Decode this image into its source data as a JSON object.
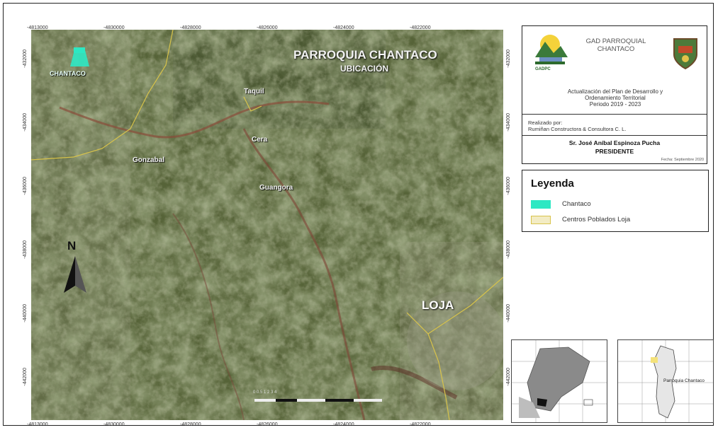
{
  "map": {
    "title": "PARROQUIA CHANTACO",
    "subtitle": "UBICACIÓN",
    "top_ticks": [
      "-4813000",
      "-4830000",
      "-4828000",
      "-4826000",
      "-4824000",
      "-4822000"
    ],
    "bottom_ticks": [
      "-4813000",
      "-4830000",
      "-4828000",
      "-4826000",
      "-4824000",
      "-4822000"
    ],
    "left_ticks": [
      "-432000",
      "-434000",
      "-436000",
      "-438000",
      "-440000",
      "-442000"
    ],
    "right_ticks": [
      "-432000",
      "-434000",
      "-436000",
      "-438000",
      "-440000",
      "-442000"
    ],
    "places": {
      "chantaco": "CHANTACO",
      "taquil": "Taquil",
      "cera": "Cera",
      "gonzabal": "Gonzabal",
      "guangora": "Guangora",
      "loja": "LOJA"
    },
    "north_letter": "N",
    "scalebar_text": "0   0.5   1       2       3       4"
  },
  "title_block": {
    "org_line1": "GAD PARROQUIAL",
    "org_line2": "CHANTACO",
    "logo_caption": "GADPC",
    "desc_line1": "Actualización del Plan de Desarrollo y",
    "desc_line2": "Ordenamiento Territorial",
    "desc_line3": "Periodo 2019 - 2023",
    "made_by": "Realizado por:",
    "company": "Rumiñan Constructora & Consultora C. L.",
    "president_name": "Sr. José Aníbal Espinoza Pucha",
    "president_role": "PRESIDENTE",
    "date": "Fecha: Septiembre 2020"
  },
  "legend": {
    "title": "Leyenda",
    "items": [
      {
        "label": "Chantaco",
        "color": "#2de8c3"
      },
      {
        "label": "Centros Poblados Loja",
        "color": "#f3ecc4"
      }
    ]
  },
  "insets": {
    "right_label": "Parroquia Chantaco"
  },
  "colors": {
    "sat_dark": "#3b4a2a",
    "sat_mid": "#5e6b3c",
    "sat_light": "#8a8e6a",
    "road_yellow": "#d8c34a",
    "chantaco_teal": "#2de8c3"
  }
}
